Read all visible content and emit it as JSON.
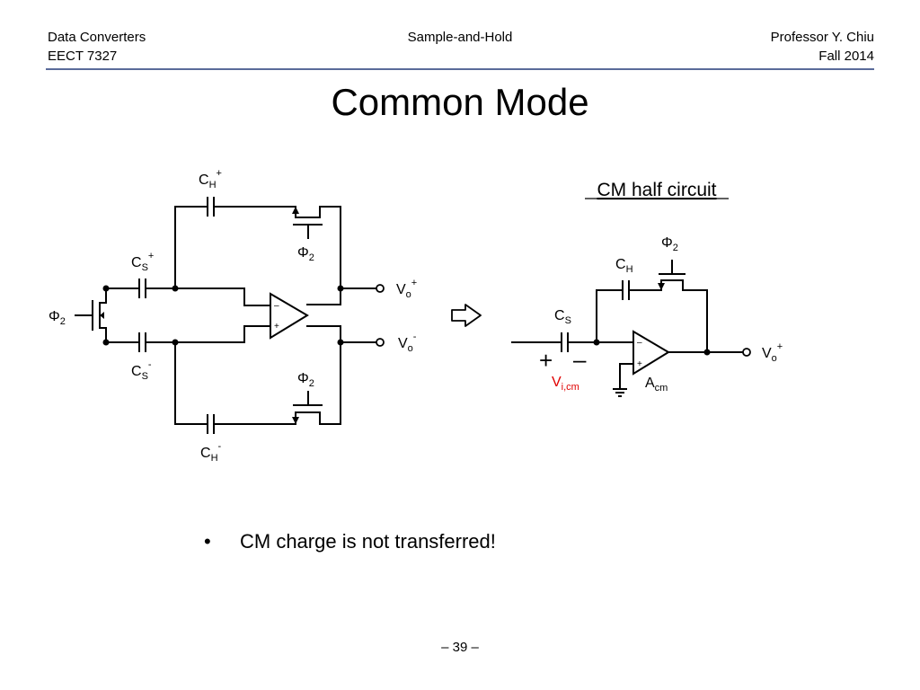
{
  "header": {
    "course": "Data Converters",
    "code": "EECT 7327",
    "topic": "Sample-and-Hold",
    "instructor": "Professor Y. Chiu",
    "term": "Fall 2014"
  },
  "slide": {
    "title": "Common Mode",
    "bullet": "CM charge is not transferred!",
    "page": "– 39 –"
  },
  "left_circuit": {
    "ch_plus": {
      "base": "C",
      "sub": "H",
      "sup": "+"
    },
    "ch_minus": {
      "base": "C",
      "sub": "H",
      "sup": "-"
    },
    "cs_plus": {
      "base": "C",
      "sub": "S",
      "sup": "+"
    },
    "cs_minus": {
      "base": "C",
      "sub": "S",
      "sup": "-"
    },
    "phi_left": {
      "base": "Φ",
      "sub": "2"
    },
    "phi_top": {
      "base": "Φ",
      "sub": "2"
    },
    "phi_bottom": {
      "base": "Φ",
      "sub": "2"
    },
    "vo_plus": {
      "base": "V",
      "sub": "o",
      "sup": "+"
    },
    "vo_minus": {
      "base": "V",
      "sub": "o",
      "sup": "-"
    },
    "opamp_minus": "–",
    "opamp_plus": "+"
  },
  "right_circuit": {
    "heading": "CM half circuit",
    "phi": {
      "base": "Φ",
      "sub": "2"
    },
    "ch": {
      "base": "C",
      "sub": "H"
    },
    "cs": {
      "base": "C",
      "sub": "S"
    },
    "vo": {
      "base": "V",
      "sub": "o",
      "sup": "+"
    },
    "source_plus": "+",
    "source_minus": "–",
    "vicm": {
      "base": "V",
      "sub": "i,cm"
    },
    "acm": {
      "base": "A",
      "sub": "cm"
    },
    "opamp_minus": "–",
    "opamp_plus": "+"
  },
  "colors": {
    "header_rule": "#5a6b9a",
    "vicm_label": "#e00000"
  },
  "icons": {
    "transform_arrow": "hollow-right-arrow-icon",
    "ground": "ground-icon"
  }
}
